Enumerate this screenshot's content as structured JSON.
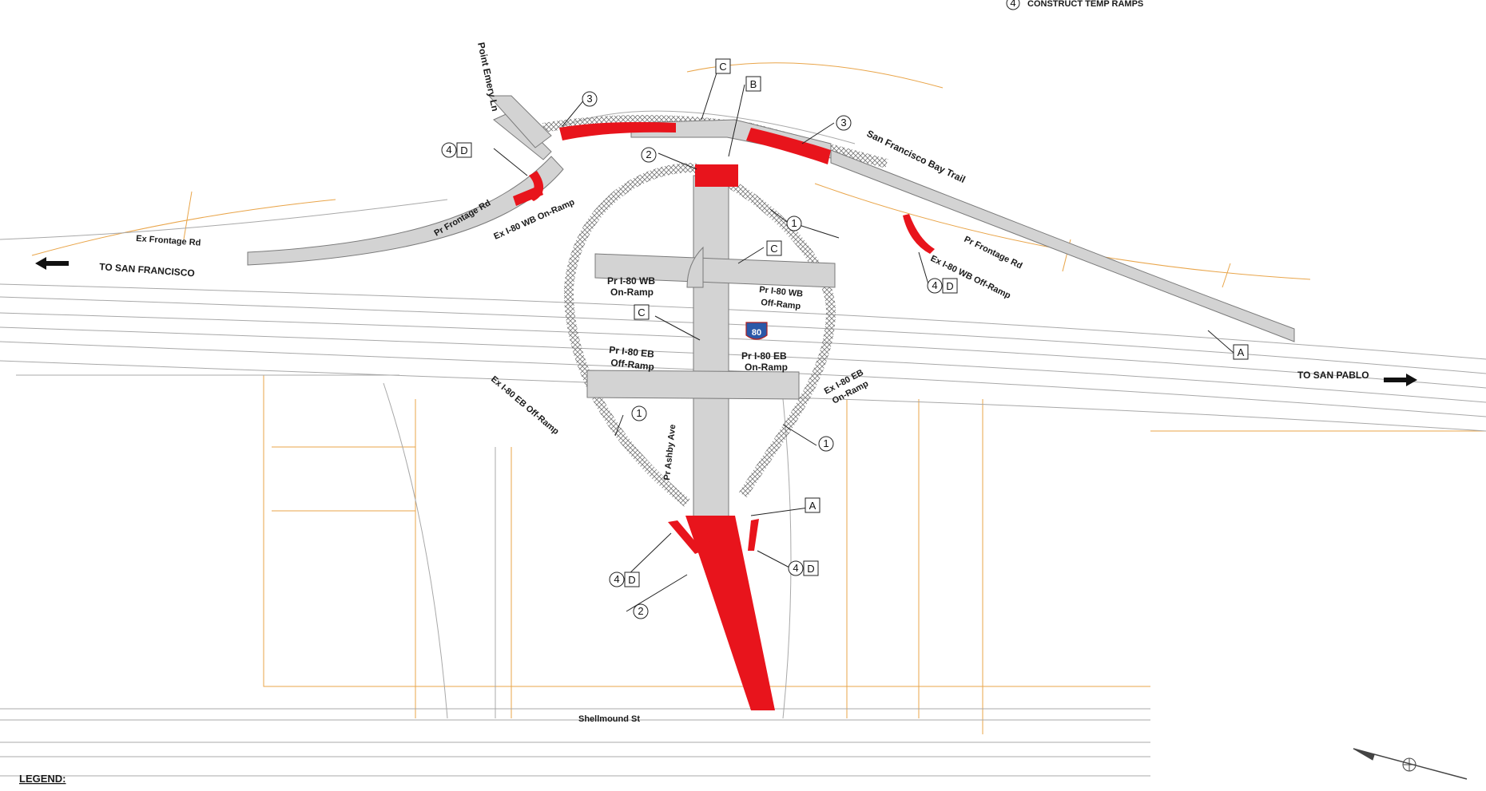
{
  "header_note": {
    "number": "4",
    "text": "CONSTRUCT TEMP RAMPS"
  },
  "roads": {
    "point_emery": "Point Emery Ln",
    "sf_bay_trail": "San Francisco Bay Trail",
    "pr_frontage_w": "Pr Frontage Rd",
    "pr_frontage_e": "Pr Frontage Rd",
    "ex_frontage": "Ex Frontage Rd",
    "ex_wb_on": "Ex I-80 WB On-Ramp",
    "ex_wb_off": "Ex I-80 WB Off-Ramp",
    "ex_eb_off": "Ex I-80 EB Off-Ramp",
    "ex_eb_on": [
      "Ex I-80 EB",
      "On-Ramp"
    ],
    "pr_wb_on": [
      "Pr I-80 WB",
      "On-Ramp"
    ],
    "pr_wb_off": [
      "Pr I-80 WB",
      "Off-Ramp"
    ],
    "pr_eb_off": [
      "Pr I-80 EB",
      "Off-Ramp"
    ],
    "pr_eb_on": [
      "Pr I-80 EB",
      "On-Ramp"
    ],
    "pr_ashby": "Pr Ashby Ave",
    "shellmound": "Shellmound St",
    "to_sf": "TO SAN FRANCISCO",
    "to_sp": "TO SAN PABLO",
    "shield": "80"
  },
  "callouts": {
    "c_top": "C",
    "b_top": "B",
    "c_mid": "C",
    "c_left": "C",
    "a_right": "A",
    "a_bottom": "A",
    "n3_left": "3",
    "n3_right": "3",
    "n2_top": "2",
    "n2_bottom": "2",
    "n1_top": "1",
    "n1_left": "1",
    "n1_right": "1",
    "d_nw": {
      "num": "4",
      "letter": "D"
    },
    "d_ne": {
      "num": "4",
      "letter": "D"
    },
    "d_sw": {
      "num": "4",
      "letter": "D"
    },
    "d_se": {
      "num": "4",
      "letter": "D"
    }
  },
  "legend": "LEGEND:",
  "colors": {
    "construction": "#e8141c",
    "proposed_road": "#d3d3d3",
    "parcel": "#e9a54a",
    "linework": "#9a9a9a"
  }
}
